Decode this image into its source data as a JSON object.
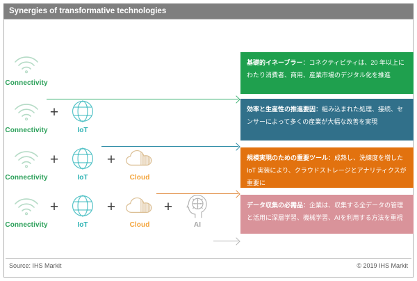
{
  "header": {
    "title": "Synergies of transformative technologies"
  },
  "plus_sign": "+",
  "icons": {
    "connectivity": {
      "label": "Connectivity",
      "color": "#2ca05a"
    },
    "iot": {
      "label": "IoT",
      "color": "#2fb3b4"
    },
    "cloud": {
      "label": "Cloud",
      "color": "#f3a43b"
    },
    "ai": {
      "label": "AI",
      "color": "#a6a6a6"
    }
  },
  "rows": [
    {
      "title": "基礎的イネーブラー",
      "body": "：コネクティビティは、20 年以上にわたり消費者、商用、産業市場のデジタル化を推進",
      "box_color": "#1fa04e",
      "arrow_color": "#3db173",
      "icons": [
        "connectivity"
      ]
    },
    {
      "title": "効率と生産性の推進要因",
      "body": "：組み込まれた処理、接続、センサーによって多くの産業が大幅な改善を実現",
      "box_color": "#31708a",
      "arrow_color": "#2d8ca6",
      "icons": [
        "connectivity",
        "iot"
      ]
    },
    {
      "title": "規模実現のための重要ツール",
      "body": "：成熟し、洗練度を増したIoT 実装により、クラウドストレージとアナリティクスが重要に",
      "box_color": "#e2720f",
      "arrow_color": "#e28e44",
      "icons": [
        "connectivity",
        "iot",
        "cloud"
      ]
    },
    {
      "title": "データ収集の必需品",
      "body": "：企業は、収集する全データの管理と活用に深層学習、機械学習、AIを利用する方法を重視",
      "box_color": "#d9939a",
      "arrow_color": "#b3b3b3",
      "icons": [
        "connectivity",
        "iot",
        "cloud",
        "ai"
      ]
    }
  ],
  "footer": {
    "source": "Source: IHS Markit",
    "copyright": "© 2019 IHS Markit"
  }
}
